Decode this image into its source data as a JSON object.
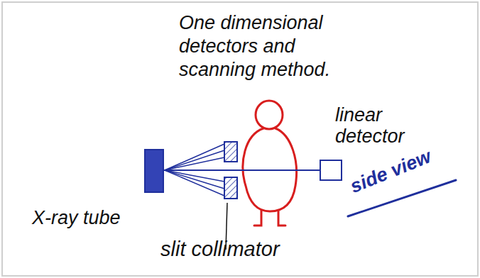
{
  "diagram": {
    "title": "One dimensional detectors and scanning method.",
    "nodes": [
      {
        "text": [
          "X-ray tube"
        ]
      },
      {
        "text": [
          "linear detector"
        ]
      }
    ],
    "edges": [
      {
        "from": 0,
        "to": 1,
        "arrow": "none"
      }
    ],
    "labels": [
      "slit collimator",
      "side view"
    ]
  }
}
